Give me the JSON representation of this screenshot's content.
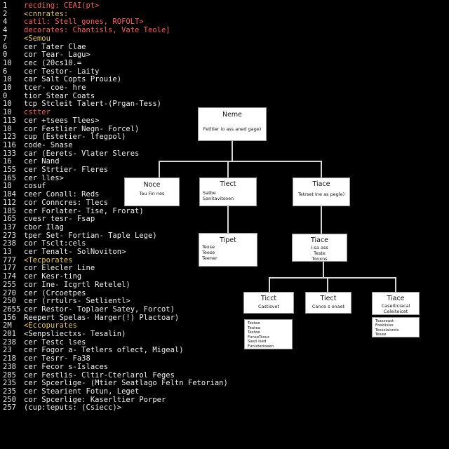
{
  "editor": {
    "lines": [
      {
        "num": "1",
        "text": "recding: CEAI(pt>",
        "style": "kw"
      },
      {
        "num": "2",
        "text": "<cnnrates:",
        "style": "hdr"
      },
      {
        "num": "4",
        "text": "catil: Stell_gones, ROFOLT>",
        "style": "kw"
      },
      {
        "num": "4",
        "text": "decorates: Chantisls, Vate Teole]",
        "style": "kw"
      },
      {
        "num": "7",
        "text": "<Semou",
        "style": "hdr"
      },
      {
        "num": "6",
        "text": "   cer Tater Clae",
        "style": "plain"
      },
      {
        "num": "0",
        "text": "   cor Tear- Lagu>",
        "style": "plain"
      },
      {
        "num": "10",
        "text": "  cec (20cs10.=",
        "style": "plain"
      },
      {
        "num": "6",
        "text": "   cer Testor- Laity",
        "style": "plain"
      },
      {
        "num": "10",
        "text": "   car Salt Copts Prouie)",
        "style": "plain"
      },
      {
        "num": "10",
        "text": "   tcer- coe- hre",
        "style": "plain"
      },
      {
        "num": "0",
        "text": "   tior Stear Coats",
        "style": "plain"
      },
      {
        "num": "10",
        "text": "   tcp Stcleit Talert-(Prgan-Tess)",
        "style": "plain"
      },
      {
        "num": "10",
        "text": "   cstter",
        "style": "kw"
      },
      {
        "num": "113",
        "text": "  cer +tsees Tlees>",
        "style": "plain"
      },
      {
        "num": "10",
        "text": "  cor Festlier Negn- Forcel)",
        "style": "plain"
      },
      {
        "num": "123",
        "text": "  cup (Estetier- lfegpol)",
        "style": "plain"
      },
      {
        "num": "116",
        "text": "  code- Snase",
        "style": "plain"
      },
      {
        "num": "133",
        "text": "  car (Eerets- Vlater Sleres",
        "style": "plain"
      },
      {
        "num": "16",
        "text": "   cer Nand",
        "style": "plain"
      },
      {
        "num": "155",
        "text": "   cer Strtier- Fleres",
        "style": "plain"
      },
      {
        "num": "165",
        "text": "  cer lles>",
        "style": "plain"
      },
      {
        "num": "18",
        "text": "  cosuf",
        "style": "plain"
      },
      {
        "num": "184",
        "text": "   ceer Conall: Reds",
        "style": "plain"
      },
      {
        "num": "112",
        "text": "   cor Conncres: Tlecs",
        "style": "plain"
      },
      {
        "num": "185",
        "text": "   cer Forlater- Tise, Frorat)",
        "style": "plain"
      },
      {
        "num": "165",
        "text": "   cvesr tesr- Fsap",
        "style": "plain"
      },
      {
        "num": "137",
        "text": "   cbor Ilag",
        "style": "plain"
      },
      {
        "num": "273",
        "text": "   tper Set- Fortian- Taple Lege)",
        "style": "plain"
      },
      {
        "num": "238",
        "text": "   cor Tsclt:cels",
        "style": "plain"
      },
      {
        "num": "13",
        "text": "   cer Tenalt- SolNoviton>",
        "style": "plain"
      },
      {
        "num": "777",
        "text": " <Tecporates",
        "style": "hdr"
      },
      {
        "num": "177",
        "text": "  cor Elecler Line",
        "style": "plain"
      },
      {
        "num": "174",
        "text": "  cer Kesr-ting",
        "style": "plain"
      },
      {
        "num": "255",
        "text": "  cor Ine- Icgrtl Retelel)",
        "style": "plain"
      },
      {
        "num": "270",
        "text": "  cer (Crcoetpes",
        "style": "plain"
      },
      {
        "num": "250",
        "text": "  cer (rrtulrs- Setlientl>",
        "style": "plain"
      },
      {
        "num": "2655",
        "text": "  cer Restor- Toplaer Satey, Forcot)",
        "style": "plain"
      },
      {
        "num": "156",
        "text": " Reepert Spelas- Harger(!) Plactoar)",
        "style": "plain"
      },
      {
        "num": "2M",
        "text": " <Eccopurates",
        "style": "hdr"
      },
      {
        "num": "201",
        "text": "<Senpsliectxs- Tesalin)",
        "style": "plain"
      },
      {
        "num": "238",
        "text": "  cer Testc lses",
        "style": "plain"
      },
      {
        "num": "23",
        "text": "  cer Fogor a- Tetlers oflect, Migeal)",
        "style": "plain"
      },
      {
        "num": "218",
        "text": "  cer Tesrr- Fa38",
        "style": "plain"
      },
      {
        "num": "238",
        "text": "  cer Fecor s-Islaces",
        "style": "plain"
      },
      {
        "num": "285",
        "text": "  cer Festlis- Cltir-Cterlarol Feges",
        "style": "plain"
      },
      {
        "num": "235",
        "text": "  cer Spcerlige- (Mtier Seatlago Feltn Fetorian)",
        "style": "plain"
      },
      {
        "num": "235",
        "text": "  cer Stearient Fotun, Leget",
        "style": "plain"
      },
      {
        "num": "250",
        "text": "  cor Spcerlige: Kaserltier Porper",
        "style": "plain"
      },
      {
        "num": "257",
        "text": "  (cup:teputs: (Csiecc)>",
        "style": "plain"
      }
    ]
  },
  "diagram": {
    "nodes": [
      {
        "id": "root",
        "title": "Neme",
        "sub": "Fetltier io ass aned gage)"
      },
      {
        "id": "a",
        "title": "Noce",
        "sub": "Teu Fin nes"
      },
      {
        "id": "b",
        "title": "Tiect",
        "sub": "Satbe\nSanitavitsoen"
      },
      {
        "id": "c",
        "title": "Tiace",
        "sub": "Tetrset Ine as pegle)"
      },
      {
        "id": "d",
        "title": "Tipet",
        "sub": "Texse\nTeese\nTeener"
      },
      {
        "id": "e",
        "title": "Tiace",
        "sub": "I-sa ass\nTeste\nTonxns"
      },
      {
        "id": "f",
        "title": "Ticct",
        "sub": "Castisvet"
      },
      {
        "id": "g",
        "title": "Tiect",
        "sub": "Cance s onaet"
      },
      {
        "id": "h",
        "title": "Tiace",
        "sub": "Caseiticiacal\nCeleiteicet"
      },
      {
        "id": "note1",
        "title": "",
        "sub": "Testee\nTeatea\nTestoe\nFunseTsouc\nSasti Ised\nFunisterioeen"
      },
      {
        "id": "note2",
        "title": "",
        "sub": "Tsasseast\nFoskiisiss\nTessslaisreis\nTesee"
      }
    ]
  }
}
